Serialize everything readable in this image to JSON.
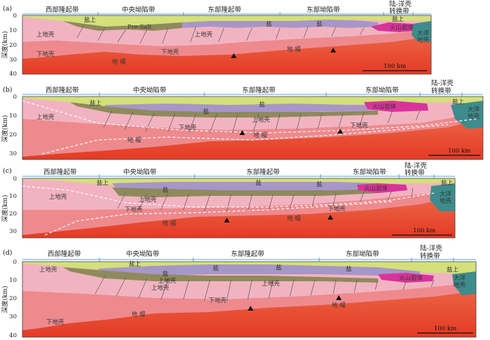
{
  "y_axis_label": "深度(km)",
  "scale_bar": "100 km",
  "colors": {
    "mantle_top": "#f07a55",
    "mantle_bottom": "#e43a25",
    "lower_crust": "#ee8a8e",
    "upper_crust": "#f2b3c0",
    "salt": "#a796c8",
    "sediment": "#d4e07a",
    "sediment_dark": "#8f8a5c",
    "volcanic": "#d8349a",
    "oceanic": "#3e8c8c",
    "zone_divider": "#5aa0e0",
    "fault": "#5a5a5a",
    "moho_dash": "#ffffff"
  },
  "panels": [
    {
      "id": "a",
      "label": "(a)",
      "zones": [
        "西部隆起带",
        "中央坳陷带",
        "东部隆起带",
        "东部坳陷带",
        "陆-洋壳",
        "转换带"
      ],
      "y_ticks": [
        "0",
        "10",
        "20",
        "30",
        "40"
      ],
      "geo_labels": [
        "盐上",
        "Pre-Salt",
        "上地壳",
        "上地壳",
        "盐",
        "盐",
        "盐上",
        "火山岩体",
        "大洋",
        "地壳",
        "下地壳",
        "下地壳",
        "地 幔",
        "地 幔"
      ]
    },
    {
      "id": "b",
      "label": "(b)",
      "zones": [
        "西部隆起带",
        "中央坳陷带",
        "东部隆起带",
        "东部坳陷带",
        "陆-洋壳",
        "转换带"
      ],
      "y_ticks": [
        "0",
        "10",
        "20",
        "30"
      ],
      "geo_labels": [
        "盐上",
        "盐",
        "盐",
        "上地壳",
        "上地壳",
        "下地壳",
        "下地壳",
        "地 幔",
        "地 幔",
        "火山岩体",
        "盐上",
        "大洋",
        "地壳"
      ]
    },
    {
      "id": "c",
      "label": "(c)",
      "zones": [
        "西部隆起带",
        "中央坳陷带",
        "东部隆起带",
        "东部坳陷带",
        "陆-洋壳",
        "转换带"
      ],
      "y_ticks": [
        "0",
        "10",
        "20",
        "30"
      ],
      "geo_labels": [
        "盐上",
        "盐",
        "盐",
        "盐",
        "上地壳",
        "上地壳",
        "下地壳",
        "下地壳",
        "地 幔",
        "地 幔",
        "火山岩体",
        "盐上",
        "大洋",
        "地壳"
      ]
    },
    {
      "id": "d",
      "label": "(d)",
      "zones": [
        "西部隆起带",
        "中央坳陷带",
        "东部隆起带",
        "东部坳陷带",
        "陆-洋壳",
        "转换带"
      ],
      "y_ticks": [
        "0",
        "10",
        "20",
        "30",
        "40"
      ],
      "geo_labels": [
        "盐上",
        "盐",
        "盐",
        "盐",
        "盐",
        "上地壳",
        "上地壳",
        "上地壳",
        "上地壳",
        "下地壳",
        "下地壳",
        "地 幔",
        "地 幔",
        "火山岩体",
        "盐上",
        "大洋",
        "地壳"
      ]
    }
  ]
}
